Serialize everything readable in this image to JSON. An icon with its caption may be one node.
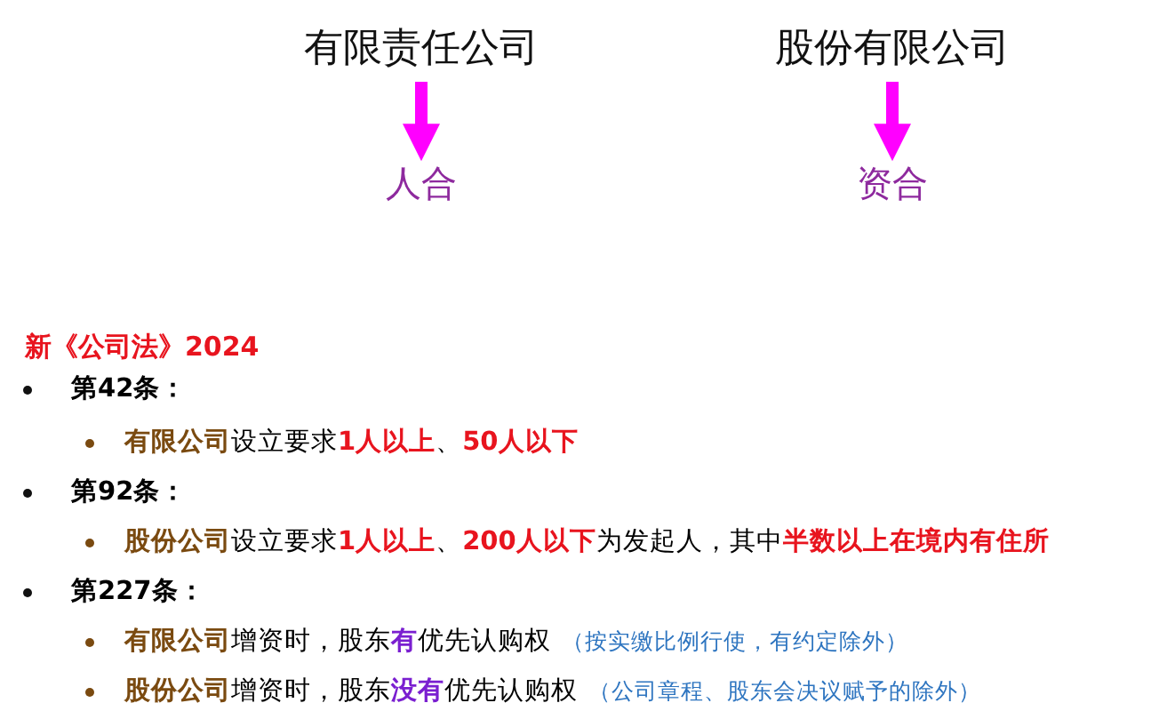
{
  "diagram": {
    "title": "新《公司法》2024",
    "nodes": [
      {
        "text": [
          "有限责任公司"
        ]
      },
      {
        "text": [
          "人合"
        ]
      },
      {
        "text": [
          "股份有限公司"
        ]
      },
      {
        "text": [
          "资合"
        ]
      }
    ],
    "edges": [
      {
        "from": 0,
        "to": 1,
        "arrow": "to"
      },
      {
        "from": 2,
        "to": 3,
        "arrow": "to"
      }
    ],
    "labels": [
      "第42条：",
      "**有限公司**设立要求**1人以上**、**50人以下**",
      "第92条：",
      "**股份公司**设立要求**1人以上**、**200人以下**为发起人，其中**半数以上在境内有住所**",
      "第227条：",
      "**有限公司**增资时，股东**有**优先认购权",
      "（按实缴比例行使，有约定除外）",
      "**股份公司**增资时，股东**没有**优先认购权",
      "（公司章程、股东会决议赋予的除外）"
    ]
  }
}
